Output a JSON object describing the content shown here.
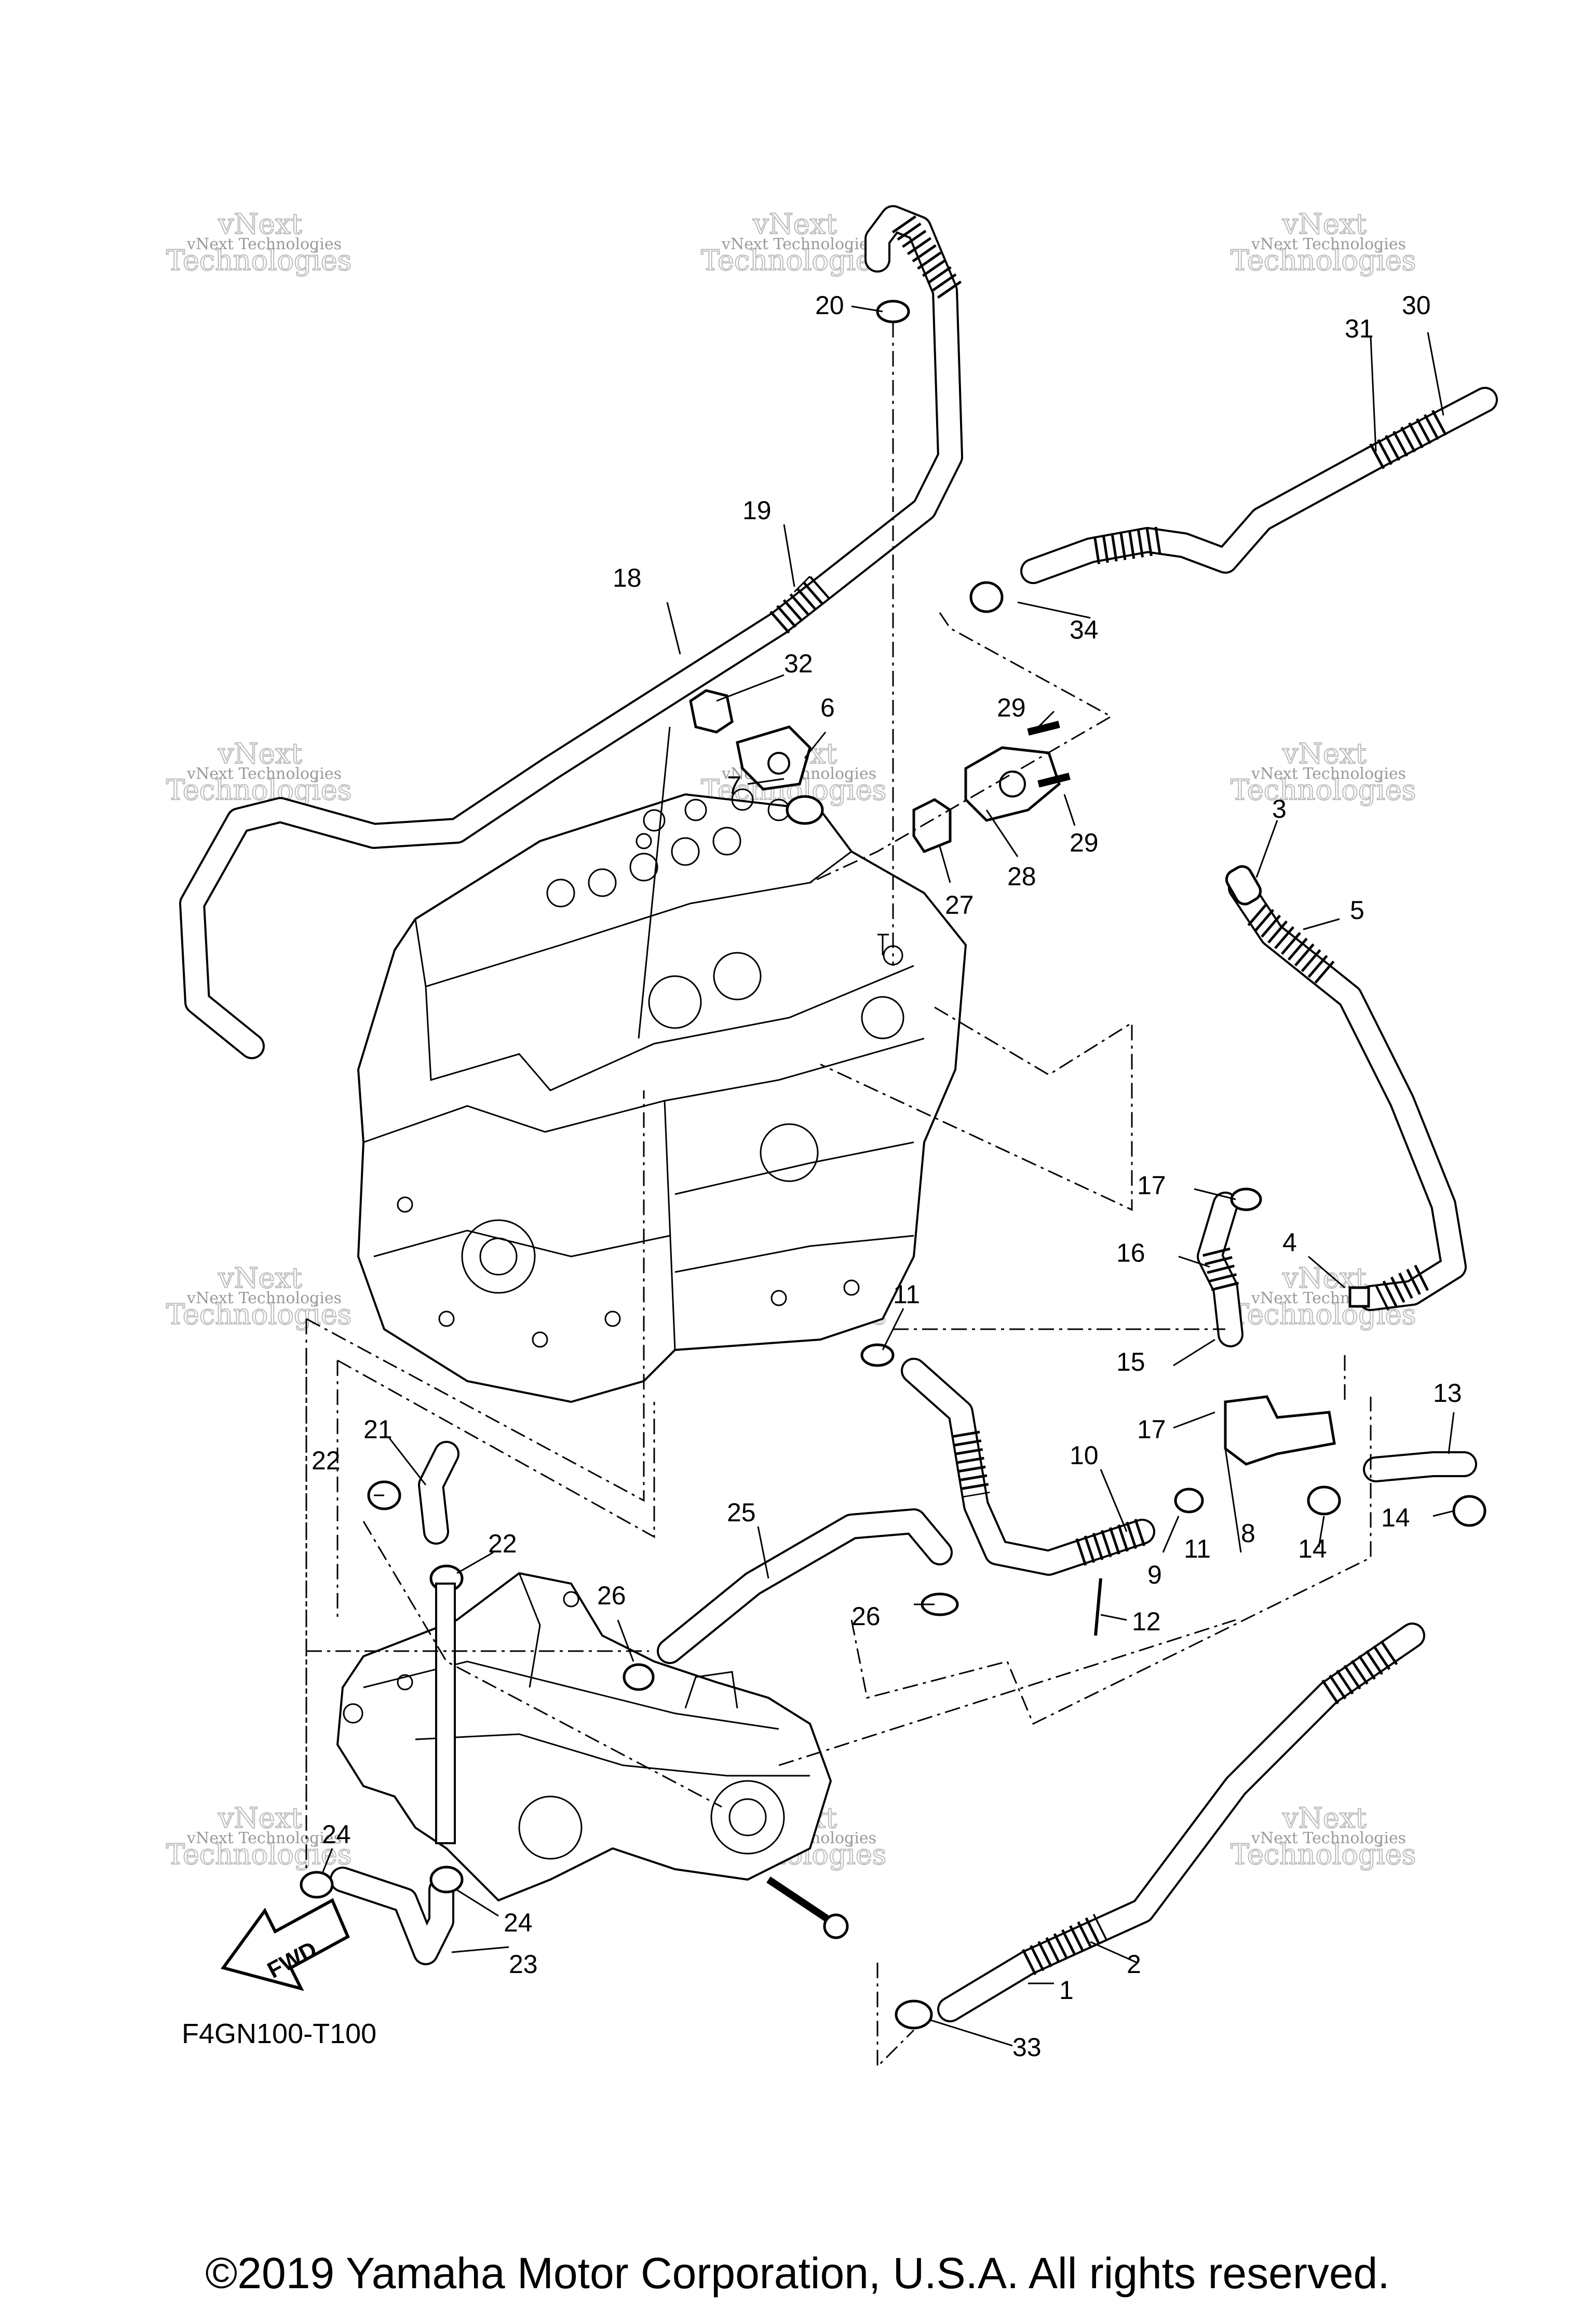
{
  "diagram_code": "F4GN100-T100",
  "copyright": "©2019 Yamaha Motor Corporation, U.S.A. All rights reserved.",
  "fwd_label": "FWD",
  "watermark": {
    "small": "vNext Technologies",
    "large_top": "vNext",
    "large_bottom": "Technologies"
  },
  "callouts": [
    {
      "id": "c1",
      "text": "1"
    },
    {
      "id": "c2",
      "text": "2"
    },
    {
      "id": "c3",
      "text": "3"
    },
    {
      "id": "c4",
      "text": "4"
    },
    {
      "id": "c5",
      "text": "5"
    },
    {
      "id": "c6",
      "text": "6"
    },
    {
      "id": "c7",
      "text": "7"
    },
    {
      "id": "c8",
      "text": "8"
    },
    {
      "id": "c9",
      "text": "9"
    },
    {
      "id": "c10",
      "text": "10"
    },
    {
      "id": "c11a",
      "text": "11"
    },
    {
      "id": "c11b",
      "text": "11"
    },
    {
      "id": "c12",
      "text": "12"
    },
    {
      "id": "c13",
      "text": "13"
    },
    {
      "id": "c14a",
      "text": "14"
    },
    {
      "id": "c14b",
      "text": "14"
    },
    {
      "id": "c15",
      "text": "15"
    },
    {
      "id": "c16",
      "text": "16"
    },
    {
      "id": "c17a",
      "text": "17"
    },
    {
      "id": "c17b",
      "text": "17"
    },
    {
      "id": "c18",
      "text": "18"
    },
    {
      "id": "c19",
      "text": "19"
    },
    {
      "id": "c20",
      "text": "20"
    },
    {
      "id": "c21",
      "text": "21"
    },
    {
      "id": "c22a",
      "text": "22"
    },
    {
      "id": "c22b",
      "text": "22"
    },
    {
      "id": "c23",
      "text": "23"
    },
    {
      "id": "c24a",
      "text": "24"
    },
    {
      "id": "c24b",
      "text": "24"
    },
    {
      "id": "c25",
      "text": "25"
    },
    {
      "id": "c26a",
      "text": "26"
    },
    {
      "id": "c26b",
      "text": "26"
    },
    {
      "id": "c27",
      "text": "27"
    },
    {
      "id": "c28",
      "text": "28"
    },
    {
      "id": "c29a",
      "text": "29"
    },
    {
      "id": "c29b",
      "text": "29"
    },
    {
      "id": "c30",
      "text": "30"
    },
    {
      "id": "c31",
      "text": "31"
    },
    {
      "id": "c32",
      "text": "32"
    },
    {
      "id": "c33",
      "text": "33"
    },
    {
      "id": "c34",
      "text": "34"
    }
  ]
}
